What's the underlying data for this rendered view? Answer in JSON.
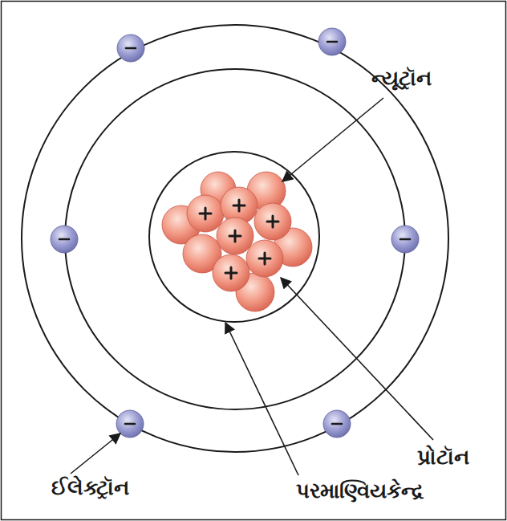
{
  "diagram": {
    "labels": [
      "ન્યૂટ્રૉન",
      "પ્રોટૉન",
      "ઈલેક્ટ્રૉન",
      "પરમાણ્વિયકેન્દ્ર"
    ]
  }
}
